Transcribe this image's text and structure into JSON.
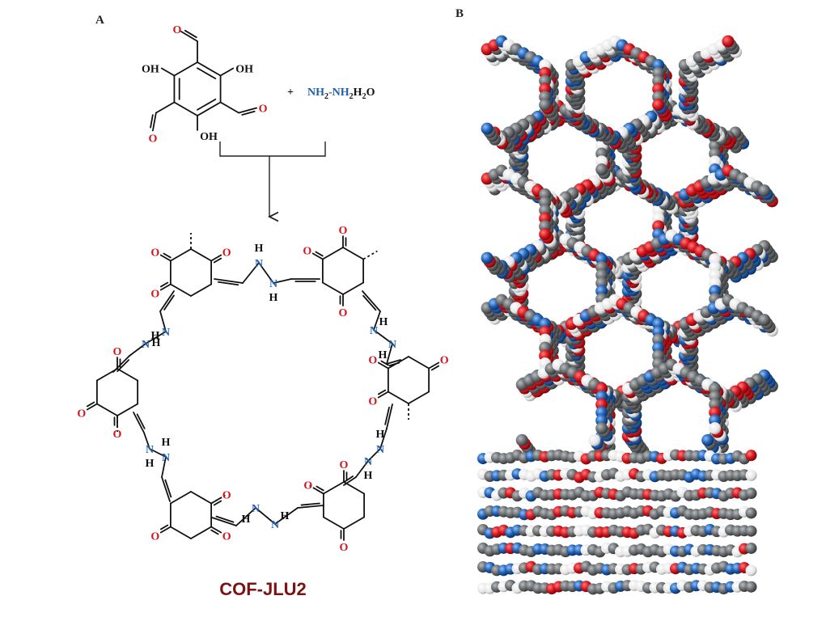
{
  "panels": {
    "a_label": "A",
    "b_label": "B"
  },
  "reaction": {
    "reagent_main": "NH",
    "reagent_sub1": "2",
    "reagent_mid": "-NH",
    "reagent_sub2": "2",
    "reagent_end": "H",
    "reagent_sub3": "2",
    "reagent_tail": "O",
    "plus": "+"
  },
  "atoms": {
    "oxygen": "O",
    "hydroxyl": "OH",
    "nitrogen": "N",
    "hydrogen": "H"
  },
  "product": {
    "name": "COF-JLU2"
  },
  "colors": {
    "oxygen": "#d3141c",
    "nitrogen": "#1f5fb0",
    "carbon": "#6b6e70",
    "hydrogen": "#f2f2f2",
    "bond": "#111111",
    "product_label": "#7a1414"
  }
}
